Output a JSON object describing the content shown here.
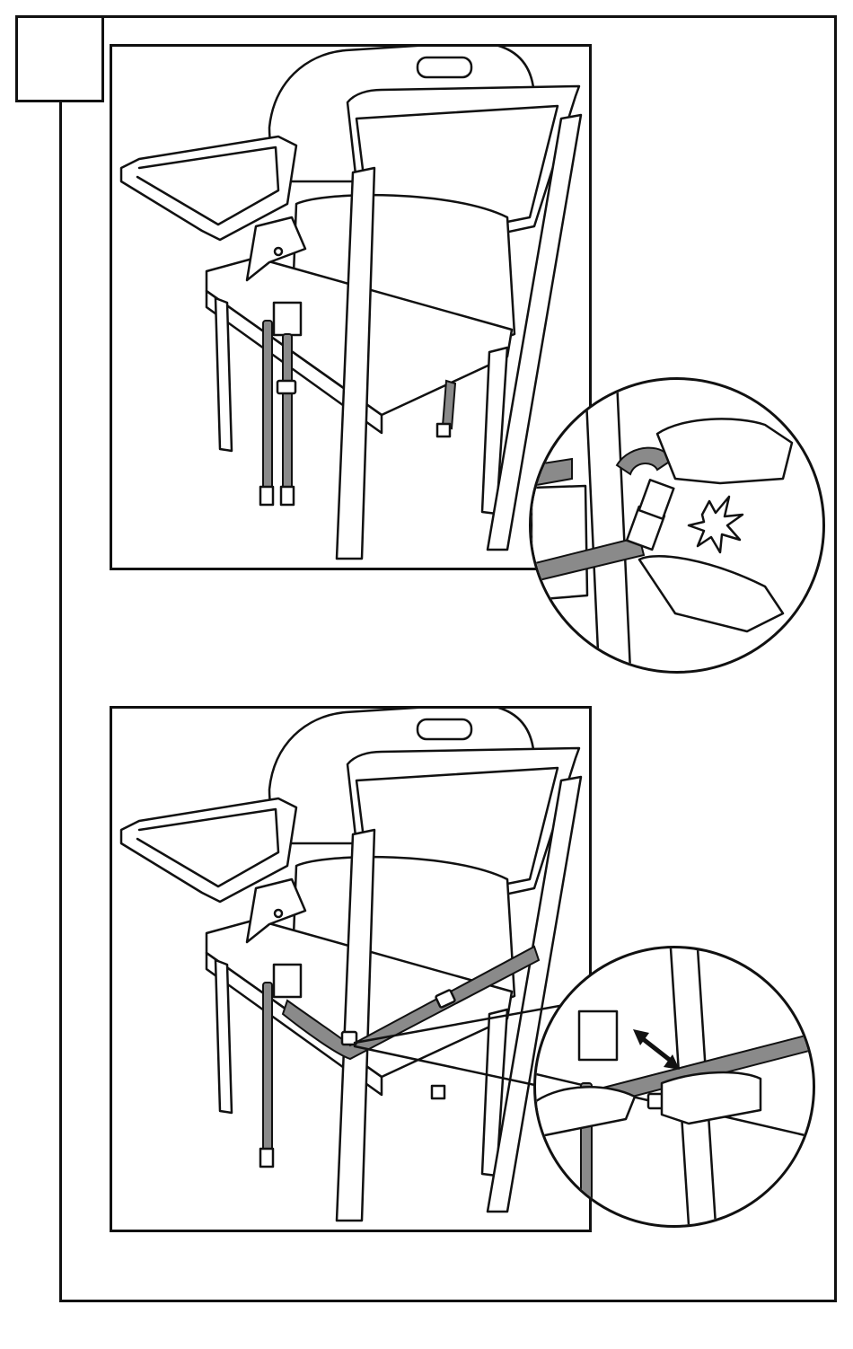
{
  "step": {
    "number": ""
  },
  "illustrations": {
    "top_panel": "chair-with-booster-seat-straps-hanging",
    "top_callout": "buckle-click-callout",
    "bottom_panel": "chair-with-strap-around-back",
    "bottom_callout": "strap-tighten-callout"
  },
  "colors": {
    "line": "#111111",
    "strap": "#8a8a8a",
    "background": "#ffffff"
  }
}
